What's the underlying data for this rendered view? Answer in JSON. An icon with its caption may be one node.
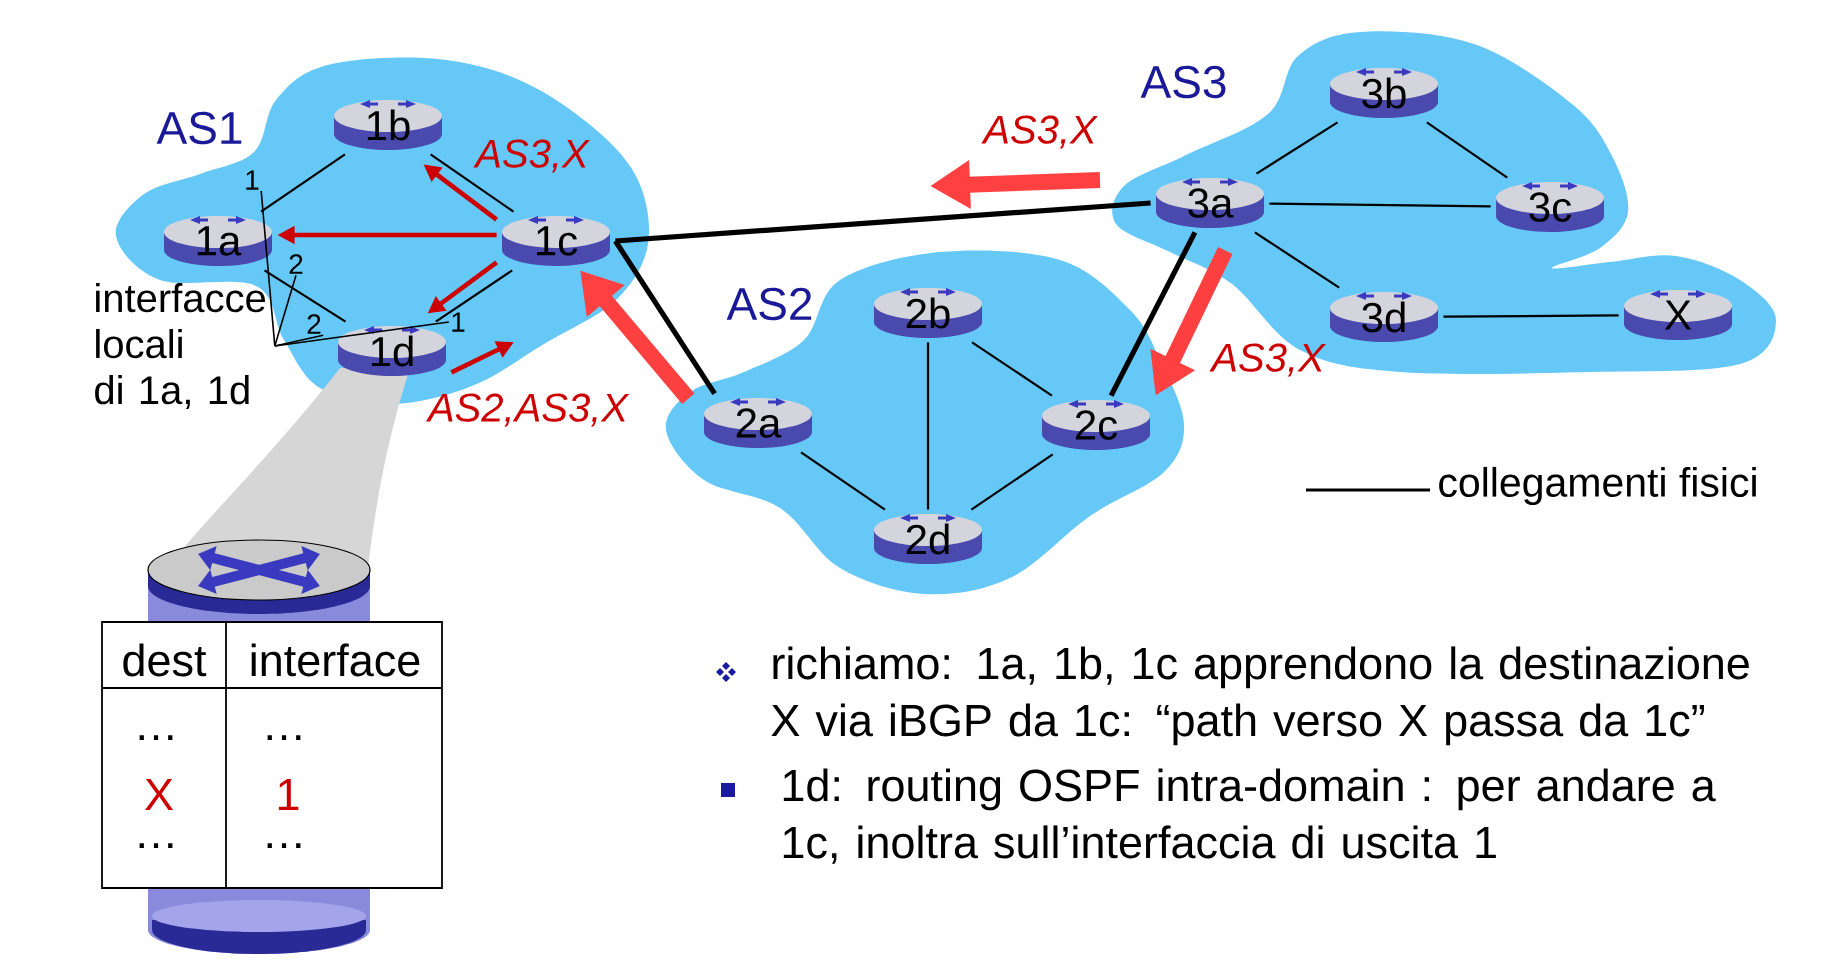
{
  "diagram": {
    "nodes": [
      {
        "text": [
          "AS1"
        ]
      },
      {
        "text": [
          "1a"
        ],
        "in": 0
      },
      {
        "text": [
          "1b"
        ],
        "in": 0
      },
      {
        "text": [
          "1c"
        ],
        "in": 0
      },
      {
        "text": [
          "1d"
        ],
        "in": 0
      },
      {
        "text": [
          "AS2"
        ]
      },
      {
        "text": [
          "2a"
        ],
        "in": 5
      },
      {
        "text": [
          "2b"
        ],
        "in": 5
      },
      {
        "text": [
          "2c"
        ],
        "in": 5
      },
      {
        "text": [
          "2d"
        ],
        "in": 5
      },
      {
        "text": [
          "AS3"
        ]
      },
      {
        "text": [
          "3a"
        ],
        "in": 10
      },
      {
        "text": [
          "3b"
        ],
        "in": 10
      },
      {
        "text": [
          "3c"
        ],
        "in": 10
      },
      {
        "text": [
          "3d"
        ],
        "in": 10
      },
      {
        "text": [
          "X"
        ],
        "in": 10
      },
      {
        "text": [
          "interfacce locali di 1a, 1d"
        ]
      },
      {
        "text": [
          "1"
        ],
        "in": 0
      },
      {
        "text": [
          "2"
        ],
        "in": 0
      },
      {
        "text": [
          "2"
        ],
        "in": 0
      },
      {
        "text": [
          "1"
        ],
        "in": 0
      }
    ],
    "edges": [
      {
        "from": 1,
        "to": 2,
        "arrow": "none"
      },
      {
        "from": 2,
        "to": 3,
        "arrow": "none"
      },
      {
        "from": 1,
        "to": 4,
        "arrow": "none"
      },
      {
        "from": 3,
        "to": 4,
        "arrow": "none"
      },
      {
        "from": 3,
        "to": 11,
        "arrow": "none",
        "style": "thick"
      },
      {
        "from": 3,
        "to": 6,
        "arrow": "none",
        "style": "thick"
      },
      {
        "from": 6,
        "to": 9,
        "arrow": "none"
      },
      {
        "from": 7,
        "to": 9,
        "arrow": "none"
      },
      {
        "from": 7,
        "to": 8,
        "arrow": "none"
      },
      {
        "from": 9,
        "to": 8,
        "arrow": "none"
      },
      {
        "from": 11,
        "to": 8,
        "arrow": "none",
        "style": "thick"
      },
      {
        "from": 11,
        "to": 12,
        "arrow": "none"
      },
      {
        "from": 12,
        "to": 13,
        "arrow": "none"
      },
      {
        "from": 11,
        "to": 13,
        "arrow": "none"
      },
      {
        "from": 11,
        "to": 14,
        "arrow": "none"
      },
      {
        "from": 14,
        "to": 15,
        "arrow": "none"
      },
      {
        "from": 3,
        "to": 2,
        "arrow": "to",
        "label": "AS3,X",
        "color": "#cc0000"
      },
      {
        "from": 3,
        "to": 1,
        "arrow": "to",
        "color": "#cc0000"
      },
      {
        "from": 3,
        "to": 4,
        "arrow": "to",
        "color": "#cc0000"
      },
      {
        "from": 4,
        "to": null,
        "arrow": "to",
        "color": "#cc0000"
      },
      {
        "from": 11,
        "to": 8,
        "arrow": "to",
        "label": "AS3,X",
        "style": "thick",
        "color": "#ff4040"
      },
      {
        "from": 6,
        "to": 3,
        "arrow": "to",
        "label": "AS2,AS3,X",
        "style": "thick",
        "color": "#ff4040"
      },
      {
        "from": 16,
        "to": 17,
        "arrow": "none"
      },
      {
        "from": 16,
        "to": 18,
        "arrow": "none"
      },
      {
        "from": 16,
        "to": 19,
        "arrow": "none"
      },
      {
        "from": 16,
        "to": 20,
        "arrow": "none"
      }
    ],
    "labels": [
      "AS3,X",
      "dest",
      "interface",
      "…",
      "…",
      "X",
      "1",
      "…",
      "…",
      "richiamo: 1a, 1b, 1c apprendono la destinazione X via iBGP da 1c: “path verso X passa da 1c”",
      "1d: routing OSPF intra-domain : per andare a 1c, inoltra sull’interfaccia di uscita 1"
    ],
    "legend": [
      {
        "text": "collegamenti fisici"
      }
    ]
  }
}
